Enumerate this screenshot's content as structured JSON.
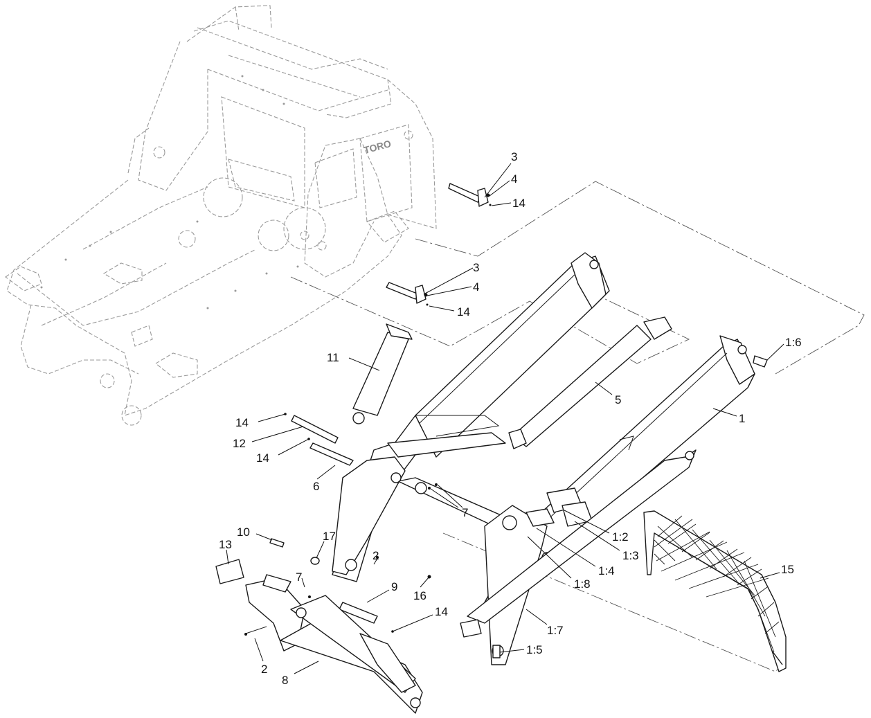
{
  "diagram": {
    "brand_logo": "TORO",
    "callouts": [
      {
        "id": "c-3a",
        "label": "3"
      },
      {
        "id": "c-4a",
        "label": "4"
      },
      {
        "id": "c-14a",
        "label": "14"
      },
      {
        "id": "c-3b",
        "label": "3"
      },
      {
        "id": "c-4b",
        "label": "4"
      },
      {
        "id": "c-14b",
        "label": "14"
      },
      {
        "id": "c-1-6",
        "label": "1:6"
      },
      {
        "id": "c-11",
        "label": "11"
      },
      {
        "id": "c-5",
        "label": "5"
      },
      {
        "id": "c-1",
        "label": "1"
      },
      {
        "id": "c-14c",
        "label": "14"
      },
      {
        "id": "c-12",
        "label": "12"
      },
      {
        "id": "c-14d",
        "label": "14"
      },
      {
        "id": "c-6",
        "label": "6"
      },
      {
        "id": "c-7a",
        "label": "7"
      },
      {
        "id": "c-10",
        "label": "10"
      },
      {
        "id": "c-17",
        "label": "17"
      },
      {
        "id": "c-13",
        "label": "13"
      },
      {
        "id": "c-1-2",
        "label": "1:2"
      },
      {
        "id": "c-1-3",
        "label": "1:3"
      },
      {
        "id": "c-2a",
        "label": "2"
      },
      {
        "id": "c-1-4",
        "label": "1:4"
      },
      {
        "id": "c-1-8",
        "label": "1:8"
      },
      {
        "id": "c-7b",
        "label": "7"
      },
      {
        "id": "c-9",
        "label": "9"
      },
      {
        "id": "c-16",
        "label": "16"
      },
      {
        "id": "c-15",
        "label": "15"
      },
      {
        "id": "c-14e",
        "label": "14"
      },
      {
        "id": "c-1-7",
        "label": "1:7"
      },
      {
        "id": "c-1-5",
        "label": "1:5"
      },
      {
        "id": "c-2b",
        "label": "2"
      },
      {
        "id": "c-8",
        "label": "8"
      }
    ]
  }
}
